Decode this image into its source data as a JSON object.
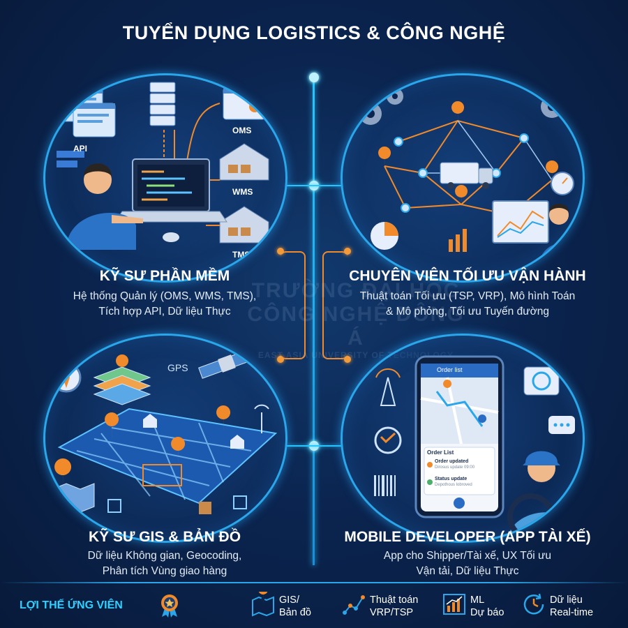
{
  "header": {
    "title": "TUYỂN DỤNG LOGISTICS & CÔNG NGHỆ"
  },
  "sections": {
    "software": {
      "title": "KỸ SƯ PHẦN MỀM",
      "desc1": "Hệ thống Quản lý (OMS, WMS, TMS),",
      "desc2": "Tích hợp API, Dữ liệu Thực",
      "labels": {
        "api": "API",
        "oms": "OMS",
        "wms": "WMS",
        "tms": "TMS"
      }
    },
    "optimization": {
      "title": "CHUYÊN VIÊN TỐI ƯU VẬN HÀNH",
      "desc1": "Thuật toán Tối ưu (TSP, VRP), Mô hình Toán",
      "desc2": "& Mô phỏng, Tối ưu Tuyến đường"
    },
    "gis": {
      "title": "KỸ SƯ GIS & BẢN ĐỒ",
      "desc1": "Dữ liệu Không gian, Geocoding,",
      "desc2": "Phân tích Vùng giao hàng",
      "labels": {
        "gps": "GPS"
      }
    },
    "mobile": {
      "title": "MOBILE DEVELOPER (APP TÀI XẾ)",
      "desc1": "App cho Shipper/Tài xế, UX Tối ưu",
      "desc2": "Vận tải, Dữ liệu Thực",
      "phone": {
        "header": "Order list",
        "list_title": "Order List",
        "item1_title": "Order updated",
        "item1_sub": "Dirosus update 09:00",
        "item2_title": "Status update",
        "item2_sub": "Depothous lobroved"
      }
    }
  },
  "watermark": {
    "line1": "TRƯỜNG ĐẠI HỌC",
    "line2": "CÔNG NGHỆ ĐÔNG Á",
    "line3": "EAST ASIA UNIVERSITY OF TECHNOLOGY"
  },
  "footer": {
    "label": "LỢI THẾ ỨNG VIÊN",
    "items": [
      {
        "line1": "GIS/",
        "line2": "Bản đồ",
        "icon": "map-pin-icon"
      },
      {
        "line1": "Thuật toán",
        "line2": "VRP/TSP",
        "icon": "route-icon"
      },
      {
        "line1": "ML",
        "line2": "Dự báo",
        "icon": "chart-icon"
      },
      {
        "line1": "Dữ liệu",
        "line2": "Real-time",
        "icon": "clock-refresh-icon"
      }
    ]
  },
  "colors": {
    "accent": "#2aa6ea",
    "orange": "#f08a2a",
    "background": "#0b2550"
  }
}
